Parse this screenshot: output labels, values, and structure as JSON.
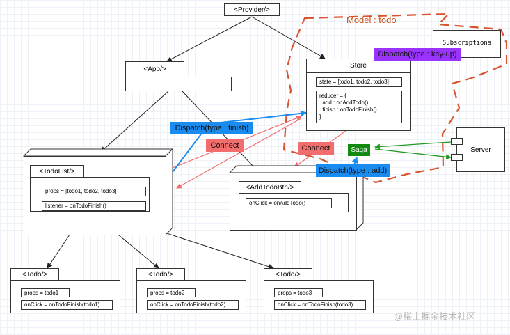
{
  "colors": {
    "model_boundary": "#d9532e",
    "dispatch_blue": "#1a8cf0",
    "dispatch_purple": "#9b33ff",
    "connect_red": "#f26d6d",
    "saga_green": "#128a12",
    "arrow_green": "#1f9a1f"
  },
  "model": {
    "label": "Model : todo"
  },
  "provider": {
    "title": "<Provider/>"
  },
  "app": {
    "title": "<App/>"
  },
  "store": {
    "title": "Store",
    "state": "state = [todo1, todo2, todo3]",
    "reducer": "reducer = {\n  add : onAddTodo()\n  finish : onTodoFinish()\n}"
  },
  "subscriptions": {
    "title": "Subscriptions"
  },
  "server": {
    "title": "Server"
  },
  "todolist": {
    "title": "<TodoList/>",
    "props": "props = [todo1, todo2, todo3]",
    "listener": "listener = onTodoFinish()"
  },
  "addtodobtn": {
    "title": "<AddTodoBtn/>",
    "onclick": "onClick = onAddTodo()"
  },
  "todos": [
    {
      "title": "<Todo/>",
      "props": "props = todo1",
      "onclick": "onClick = onTodoFinish(todo1)"
    },
    {
      "title": "<Todo/>",
      "props": "props = todo2",
      "onclick": "onClick = onTodoFinish(todo2)"
    },
    {
      "title": "<Todo/>",
      "props": "props = todo3",
      "onclick": "onClick = onTodoFinish(todo3)"
    }
  ],
  "tags": {
    "dispatch_finish": "Dispatch(type : finish)",
    "dispatch_keyup": "Dispatch(type : key-up)",
    "dispatch_add": "Dispatch(type : add)",
    "connect_left": "Connect",
    "connect_right": "Connect",
    "saga": "Saga"
  },
  "watermark": "@稀土掘金技术社区"
}
